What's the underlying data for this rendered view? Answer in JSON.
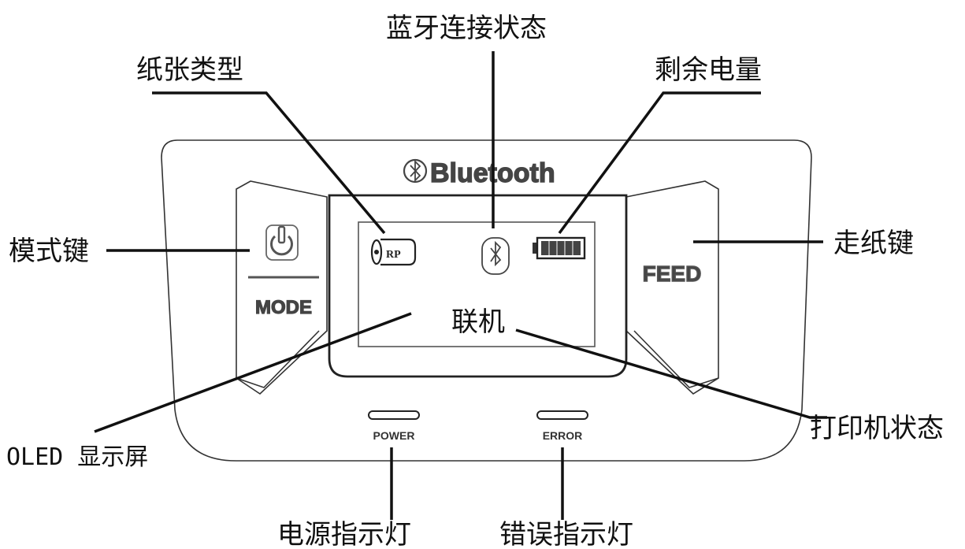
{
  "device": {
    "brand_text": "Bluetooth",
    "mode_label": "MODE",
    "feed_label": "FEED",
    "power_led_label": "POWER",
    "error_led_label": "ERROR",
    "screen": {
      "paper_type": "RP",
      "status_text": "联机"
    }
  },
  "callouts": {
    "paper_type": "纸张类型",
    "bluetooth_status": "蓝牙连接状态",
    "battery": "剩余电量",
    "mode_key": "模式键",
    "feed_key": "走纸键",
    "oled_display": "OLED 显示屏",
    "printer_status": "打印机状态",
    "power_indicator": "电源指示灯",
    "error_indicator": "错误指示灯"
  },
  "icons": [
    "power-icon",
    "bluetooth-icon",
    "battery-icon",
    "paper-roll-icon"
  ]
}
